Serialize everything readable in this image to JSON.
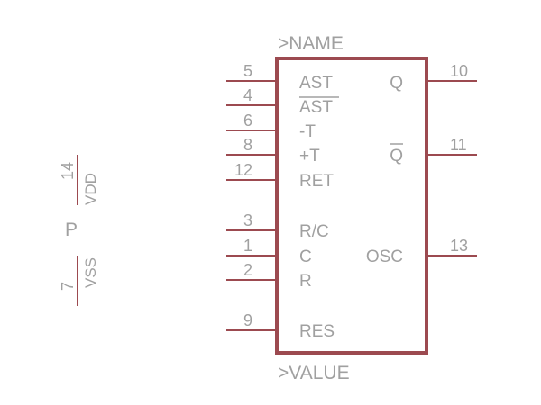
{
  "symbol": {
    "name_label": ">NAME",
    "value_label": ">VALUE",
    "left_pins": [
      {
        "number": "5",
        "label": "AST"
      },
      {
        "number": "4",
        "label": "AST",
        "overline": true
      },
      {
        "number": "6",
        "label": "-T"
      },
      {
        "number": "8",
        "label": "+T"
      },
      {
        "number": "12",
        "label": "RET"
      },
      {
        "number": "3",
        "label": "R/C"
      },
      {
        "number": "1",
        "label": "C"
      },
      {
        "number": "2",
        "label": "R"
      },
      {
        "number": "9",
        "label": "RES"
      }
    ],
    "right_pins": [
      {
        "number": "10",
        "label": "Q"
      },
      {
        "number": "11",
        "label": "Q",
        "overline": true
      },
      {
        "number": "13",
        "label": "OSC"
      }
    ]
  },
  "power": {
    "part_label": "P",
    "vdd": {
      "number": "14",
      "label": "VDD"
    },
    "vss": {
      "number": "7",
      "label": "VSS"
    }
  },
  "colors": {
    "outline": "#9c4a50",
    "text": "#a0a0a0"
  }
}
